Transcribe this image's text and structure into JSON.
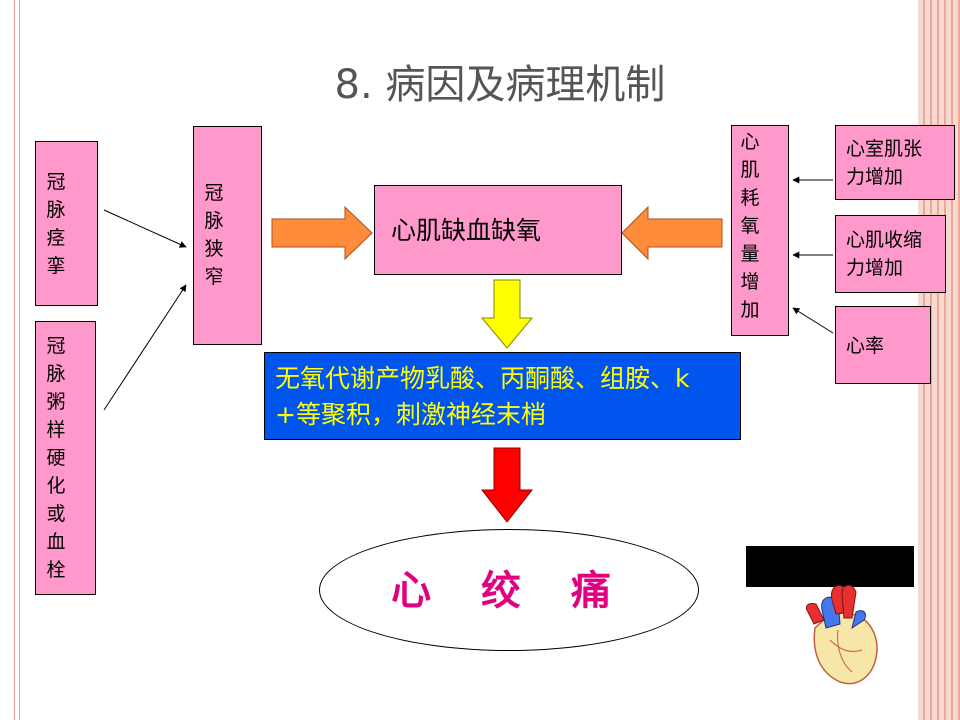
{
  "title": "8. 病因及病理机制",
  "left_causes": [
    {
      "label": "冠脉痉挛"
    },
    {
      "label": "冠脉粥样硬化或血栓"
    }
  ],
  "stenosis": {
    "label": "冠脉狭窄"
  },
  "center": {
    "label": "心肌缺血缺氧"
  },
  "consumption": {
    "label": "心肌耗氧量增加"
  },
  "right_factors": [
    {
      "label": "心室肌张力增加"
    },
    {
      "label": "心肌收缩力增加"
    },
    {
      "label": "心率"
    }
  ],
  "metabolites": {
    "label": "无氧代谢产物乳酸、丙酮酸、组胺、k+等聚积，刺激神经末梢"
  },
  "result": {
    "label": "心 绞 痛"
  },
  "colors": {
    "box_pink": "#ff99cc",
    "arrow_orange": "#ff8c3a",
    "arrow_yellow": "#ffff00",
    "arrow_red": "#ff0000",
    "metabolite_bg": "#0055ee",
    "metabolite_text": "#ffff00",
    "result_text": "#e00080"
  }
}
